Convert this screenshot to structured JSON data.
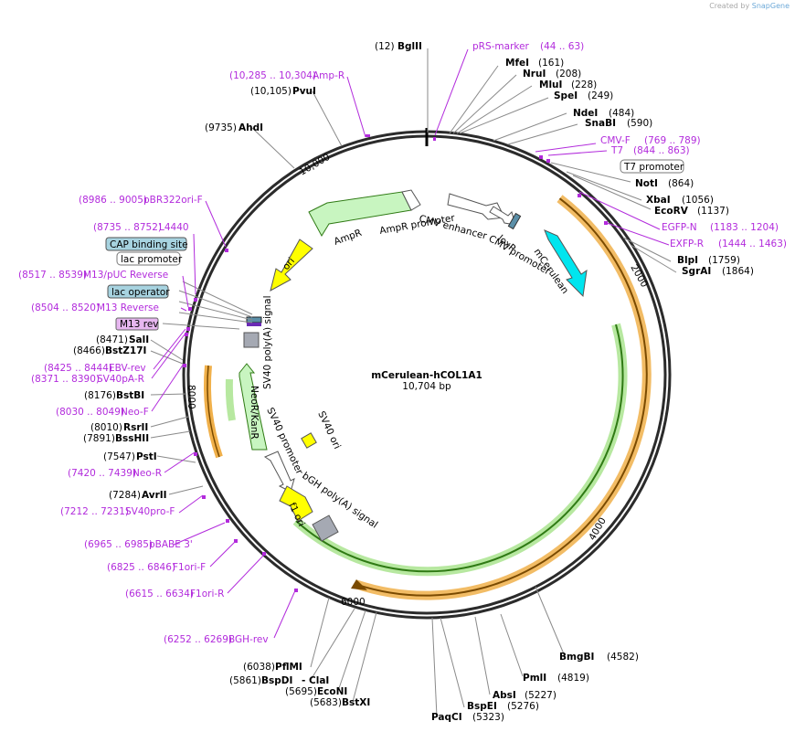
{
  "credit": {
    "prefix": "Created by",
    "brand": "SnapGene"
  },
  "plasmid": {
    "name": "mCerulean-hCOL1A1",
    "size": "10,704 bp"
  },
  "ticks": [
    "10,000",
    "2000",
    "4000",
    "6000",
    "8000"
  ],
  "enzymes_top": [
    {
      "pos": "(12)",
      "name": "BglII"
    },
    {
      "name": "MfeI",
      "pos": "(161)"
    },
    {
      "name": "NruI",
      "pos": "(208)"
    },
    {
      "name": "MluI",
      "pos": "(228)"
    },
    {
      "name": "SpeI",
      "pos": "(249)"
    },
    {
      "name": "NdeI",
      "pos": "(484)"
    },
    {
      "name": "SnaBI",
      "pos": "(590)"
    }
  ],
  "enzymes_right": [
    {
      "name": "NotI",
      "pos": "(864)"
    },
    {
      "name": "XbaI",
      "pos": "(1056)"
    },
    {
      "name": "EcoRV",
      "pos": "(1137)"
    },
    {
      "name": "BlpI",
      "pos": "(1759)"
    },
    {
      "name": "SgrAI",
      "pos": "(1864)"
    }
  ],
  "enzymes_bottom_right": [
    {
      "name": "BmgBI",
      "pos": "(4582)"
    },
    {
      "name": "PmlI",
      "pos": "(4819)"
    },
    {
      "name": "AbsI",
      "pos": "(5227)"
    },
    {
      "name": "BspEI",
      "pos": "(5276)"
    },
    {
      "name": "PaqCI",
      "pos": "(5323)"
    }
  ],
  "enzymes_bottom_left": [
    {
      "pos": "(6038)",
      "name": "PflMI"
    },
    {
      "pos": "(5861)",
      "name": "BspDI"
    },
    {
      "pos": "",
      "name": "- ClaI"
    },
    {
      "pos": "(5695)",
      "name": "EcoNI"
    },
    {
      "pos": "(5683)",
      "name": "BstXI"
    }
  ],
  "enzymes_left": [
    {
      "pos": "(10,105)",
      "name": "PvuI"
    },
    {
      "pos": "(9735)",
      "name": "AhdI"
    },
    {
      "pos": "(8471)",
      "name": "SalI"
    },
    {
      "pos": "(8466)",
      "name": "BstZ17I"
    },
    {
      "pos": "(8176)",
      "name": "BstBI"
    },
    {
      "pos": "(8010)",
      "name": "RsrII"
    },
    {
      "pos": "(7891)",
      "name": "BssHII"
    },
    {
      "pos": "(7547)",
      "name": "PstI"
    },
    {
      "pos": "(7284)",
      "name": "AvrII"
    }
  ],
  "primers": [
    {
      "name": "pRS-marker",
      "range": "(44 .. 63)"
    },
    {
      "name": "Amp-R",
      "range": "(10,285 .. 10,304)"
    },
    {
      "name": "CMV-F",
      "range": "(769 .. 789)"
    },
    {
      "name": "T7",
      "range": "(844 .. 863)"
    },
    {
      "name": "EGFP-N",
      "range": "(1183 .. 1204)"
    },
    {
      "name": "EXFP-R",
      "range": "(1444 .. 1463)"
    },
    {
      "name": "pBR322ori-F",
      "range": "(8986 .. 9005)"
    },
    {
      "name": "L4440",
      "range": "(8735 .. 8752)"
    },
    {
      "name": "M13/pUC Reverse",
      "range": "(8517 .. 8539)"
    },
    {
      "name": "M13 Reverse",
      "range": "(8504 .. 8520)"
    },
    {
      "name": "EBV-rev",
      "range": "(8425 .. 8444)"
    },
    {
      "name": "SV40pA-R",
      "range": "(8371 .. 8390)"
    },
    {
      "name": "Neo-F",
      "range": "(8030 .. 8049)"
    },
    {
      "name": "Neo-R",
      "range": "(7420 .. 7439)"
    },
    {
      "name": "SV40pro-F",
      "range": "(7212 .. 7231)"
    },
    {
      "name": "pBABE 3'",
      "range": "(6965 .. 6985)"
    },
    {
      "name": "F1ori-F",
      "range": "(6825 .. 6846)"
    },
    {
      "name": "F1ori-R",
      "range": "(6615 .. 6634)"
    },
    {
      "name": "BGH-rev",
      "range": "(6252 .. 6269)"
    }
  ],
  "boxed": {
    "t7_promoter": "T7 promoter",
    "cap_binding_site": "CAP binding site",
    "lac_promoter": "lac promoter",
    "lac_operator": "lac operator",
    "m13_rev": "M13 rev"
  },
  "features": {
    "cmv_enhancer": "CMV enhancer",
    "cmv_promoter": "CMV promoter",
    "loxp": "loxP",
    "mcerulean": "mCerulean",
    "ampr": "AmpR",
    "ampr_promoter": "AmpR promoter",
    "ori": "ori",
    "sv40_polya": "SV40 poly(A) signal",
    "neor_kanr": "NeoR/KanR",
    "sv40_promoter": "SV40 promoter",
    "sv40_ori": "SV40 ori",
    "f1_ori": "f1 ori",
    "bgh_polya": "bGH poly(A) signal"
  },
  "colors": {
    "primer": "#b22bdc",
    "ring": "#2b2b2b",
    "cds_orange": "#f0b04a",
    "cds_green": "#72cf3c",
    "amp_green": "#c8f5c0",
    "ori_yellow": "#ffff00",
    "mcerulean": "#00e5ee",
    "polya_gray": "#a5a9b3",
    "cap_box": "#a7d3e0",
    "m13_box": "#e7b7f0"
  }
}
